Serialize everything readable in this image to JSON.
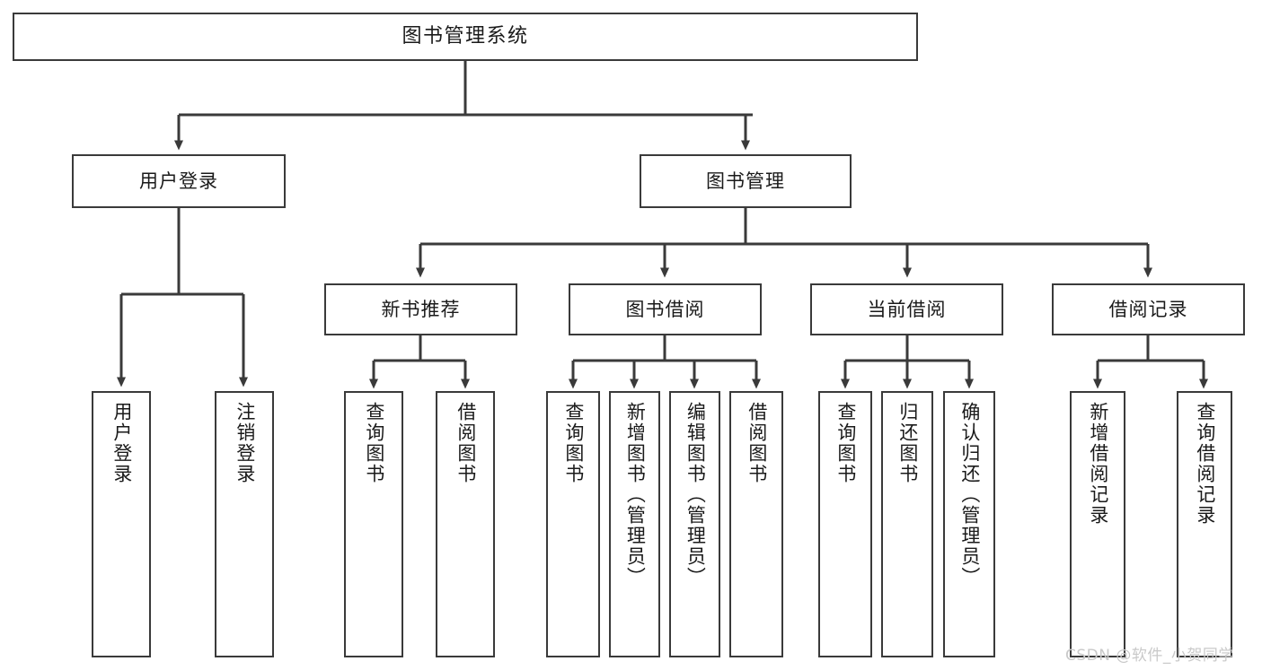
{
  "diagram": {
    "title": "图书管理系统",
    "type": "tree-hierarchy",
    "watermark": "CSDN @软件_小贺同学",
    "colors": {
      "background": "#ffffff",
      "box_border": "#3a3a3a",
      "box_fill": "#ffffff",
      "connector": "#3a3a3a",
      "text": "#1a1a1a",
      "watermark": "#c9c9c9"
    },
    "nodes": {
      "root": {
        "label": "图书管理系统"
      },
      "level1": [
        {
          "label": "用户登录"
        },
        {
          "label": "图书管理"
        }
      ],
      "level2": [
        {
          "label": "新书推荐"
        },
        {
          "label": "图书借阅"
        },
        {
          "label": "当前借阅"
        },
        {
          "label": "借阅记录"
        }
      ],
      "leaves": {
        "user_login": [
          {
            "label": "用户登录"
          },
          {
            "label": "注销登录"
          }
        ],
        "new_book_recommend": [
          {
            "label": "查询图书"
          },
          {
            "label": "借阅图书"
          }
        ],
        "book_borrow": [
          {
            "label": "查询图书"
          },
          {
            "label": "新增图书（管理员）"
          },
          {
            "label": "编辑图书（管理员）"
          },
          {
            "label": "借阅图书"
          }
        ],
        "current_borrow": [
          {
            "label": "查询图书"
          },
          {
            "label": "归还图书"
          },
          {
            "label": "确认归还（管理员）"
          }
        ],
        "borrow_record": [
          {
            "label": "新增借阅记录"
          },
          {
            "label": "查询借阅记录"
          }
        ]
      }
    }
  }
}
